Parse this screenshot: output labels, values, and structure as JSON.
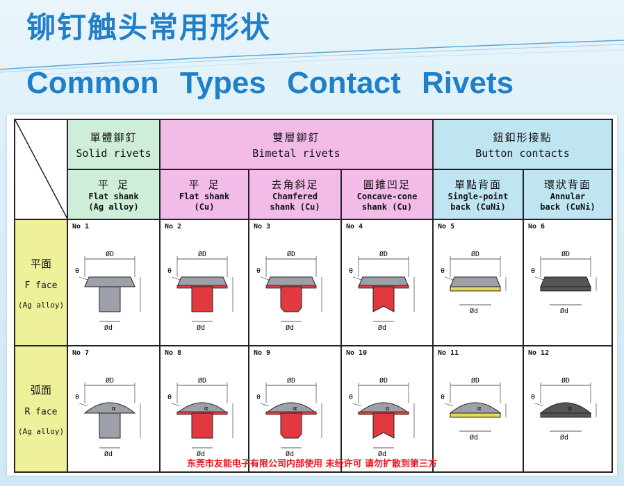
{
  "title_cn": "铆钉触头常用形状",
  "title_en": "Common Types Contact Rivets",
  "groups": {
    "solid": {
      "cn": "單體鉚釘",
      "en": "Solid rivets"
    },
    "bimetal": {
      "cn": "雙層鉚釘",
      "en": "Bimetal rivets"
    },
    "button": {
      "cn": "鈕釦形接點",
      "en": "Button contacts"
    }
  },
  "subs": [
    {
      "cn": "平 足",
      "en1": "Flat shank",
      "en2": "(Ag alloy)"
    },
    {
      "cn": "平 足",
      "en1": "Flat shank",
      "en2": "(Cu)"
    },
    {
      "cn": "去角斜足",
      "en1": "Chamfered",
      "en2": "shank (Cu)"
    },
    {
      "cn": "圓錐凹足",
      "en1": "Concave-cone",
      "en2": "shank (Cu)"
    },
    {
      "cn": "單點背面",
      "en1": "Single-point",
      "en2": "back (CuNi)"
    },
    {
      "cn": "環狀背面",
      "en1": "Annular",
      "en2": "back (CuNi)"
    }
  ],
  "rows": [
    {
      "cn": "平面",
      "en": "F face",
      "alloy": "(Ag alloy)"
    },
    {
      "cn": "弧面",
      "en": "R face",
      "alloy": "(Ag alloy)"
    }
  ],
  "cell_numbers": [
    "No 1",
    "No 2",
    "No 3",
    "No 4",
    "No 5",
    "No 6",
    "No 7",
    "No 8",
    "No 9",
    "No 10",
    "No 11",
    "No 12"
  ],
  "dims": {
    "head": "ØD",
    "shank": "Ød",
    "angle": "θ",
    "alpha": "α"
  },
  "footer": "东莞市友能电子有限公司内部使用 未经许可 请勿扩散到第三方",
  "colors": {
    "title": "#1f7fc9",
    "footer": "#e8161b",
    "ag": "#9da0a8",
    "cu": "#e2393f",
    "cuni": "#e6d95a",
    "hatch": "#555555"
  }
}
